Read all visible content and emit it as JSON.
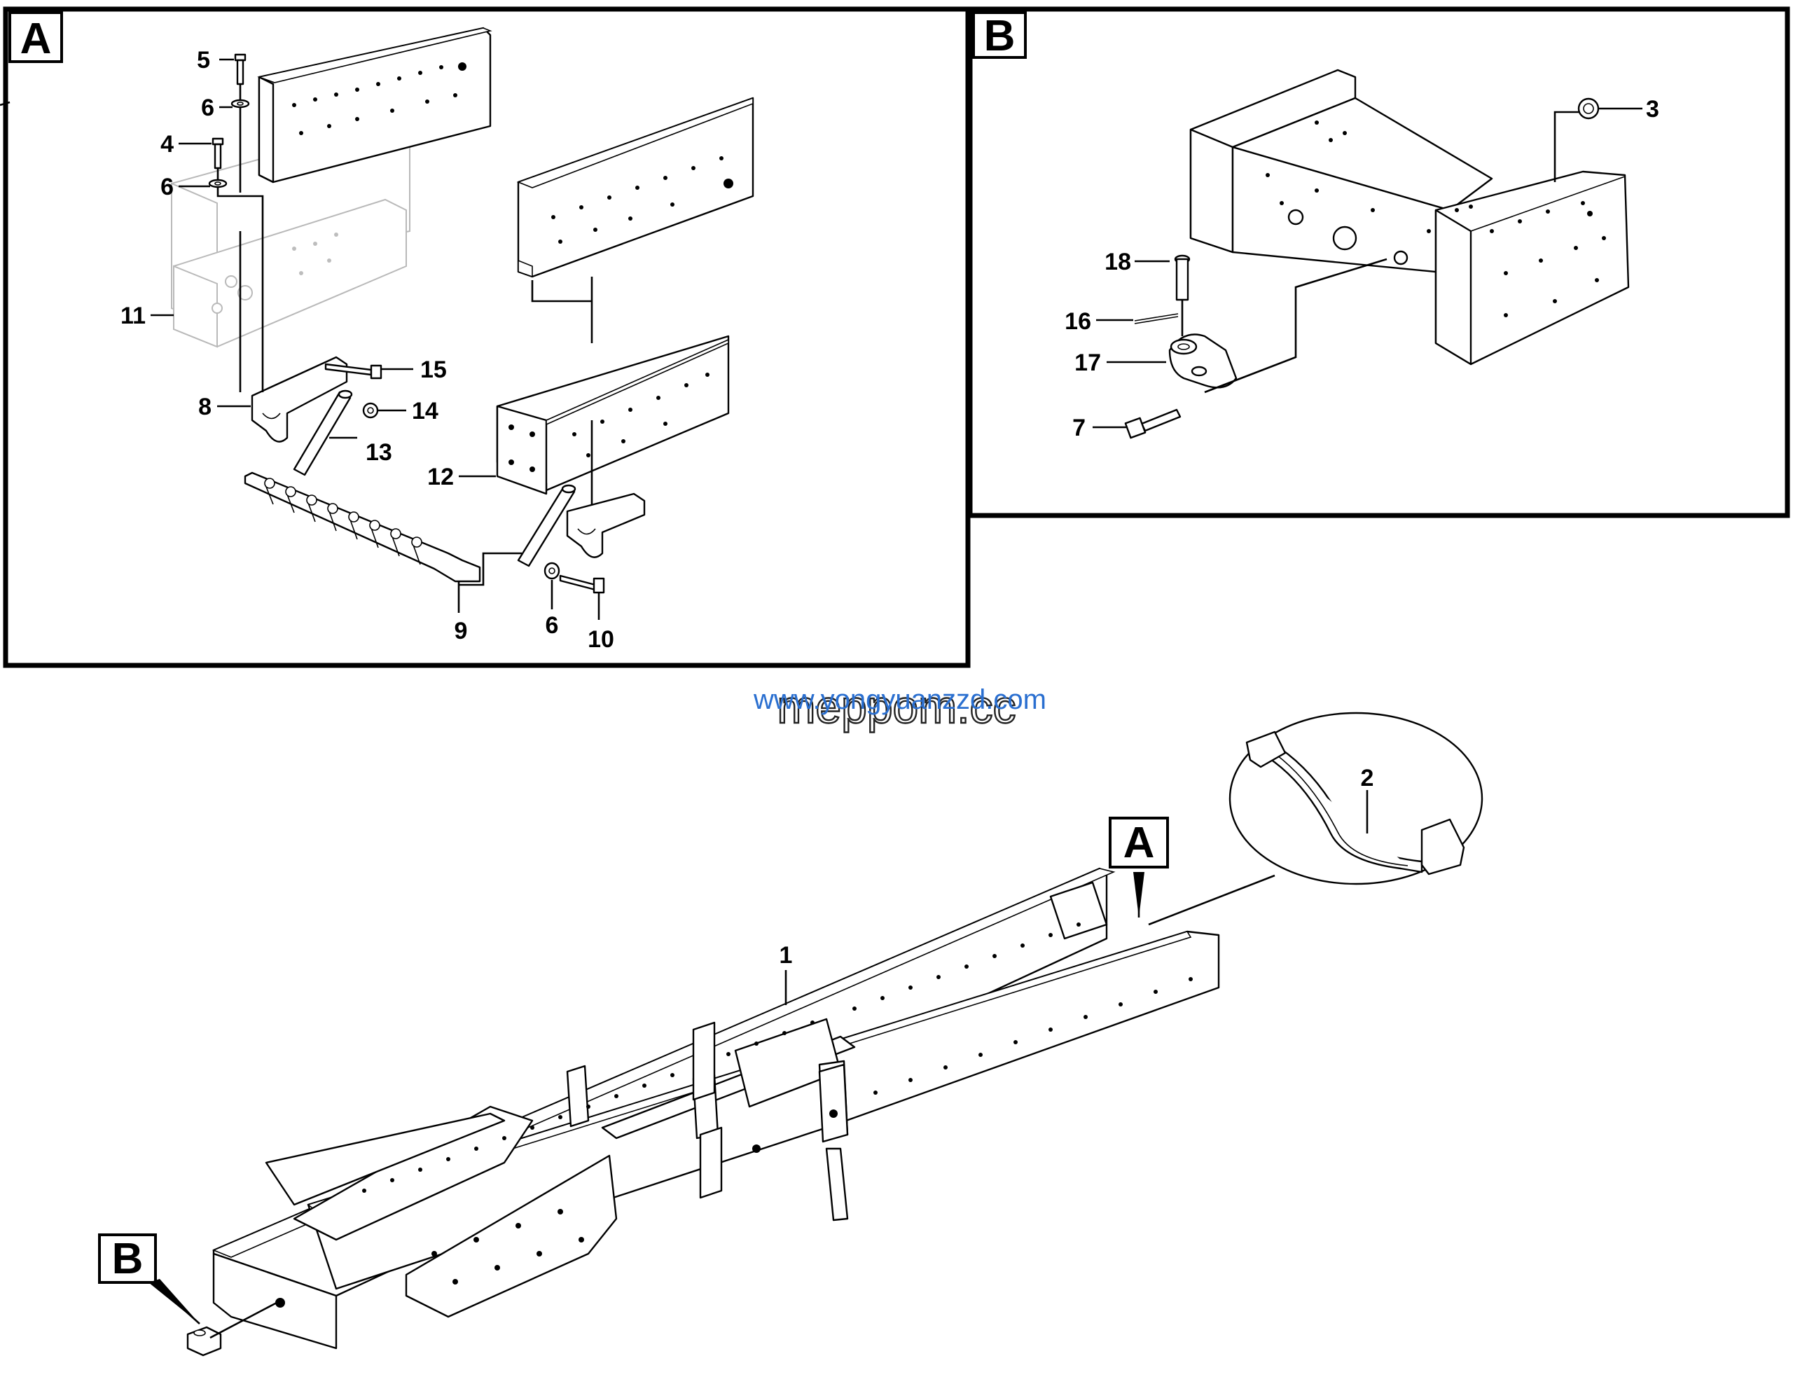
{
  "detail_a": {
    "label": "A"
  },
  "detail_b": {
    "label": "B"
  },
  "overview": {
    "marker_a": "A",
    "marker_b": "B"
  },
  "callouts": {
    "c1": "1",
    "c2": "2",
    "c3": "3",
    "c4": "4",
    "c5": "5",
    "c6a": "6",
    "c6b": "6",
    "c6c": "6",
    "c7": "7",
    "c8": "8",
    "c9": "9",
    "c10": "10",
    "c11": "11",
    "c12": "12",
    "c13": "13",
    "c14": "14",
    "c15": "15",
    "c16": "16",
    "c17": "17",
    "c18": "18"
  },
  "watermarks": {
    "primary": "www.yongyuanzzd.com",
    "secondary": "meppom.cc"
  },
  "colors": {
    "line": "#000000",
    "watermark_blue": "#2a6fd0",
    "ghost_part": "#b9b9b9"
  }
}
